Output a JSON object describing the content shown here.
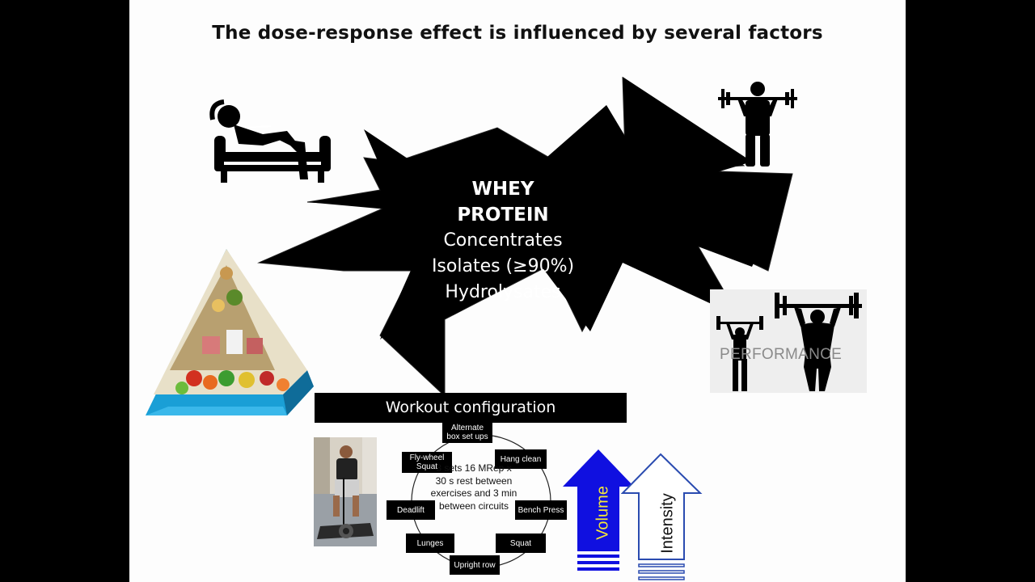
{
  "slide": {
    "title": "The dose-response effect is influenced by several factors"
  },
  "center": {
    "heading_line1": "WHEY",
    "heading_line2": "PROTEIN",
    "items": [
      "Concentrates",
      "Isolates (≥90%)",
      "Hydrolysates"
    ]
  },
  "icons": {
    "rest": "person-on-couch-icon",
    "training": "weightlifter-icon",
    "diet": "food-pyramid-image",
    "performance": "bodybuilder-icon"
  },
  "performance_label": "PERFORMANCE",
  "workout": {
    "header": "Workout configuration",
    "exercises": [
      "Alternate box set ups",
      "Hang clean",
      "Bench Press",
      "Squat",
      "Upright row",
      "Lunges",
      "Deadlift",
      "Fly-wheel Squat"
    ],
    "description": "3 sets 16 MRep x 30 s rest between exercises and 3 min between circuits"
  },
  "arrows": {
    "volume": "Volume",
    "intensity": "Intensity",
    "volume_color": "#1010e0",
    "intensity_color": "#2a4bb0"
  }
}
